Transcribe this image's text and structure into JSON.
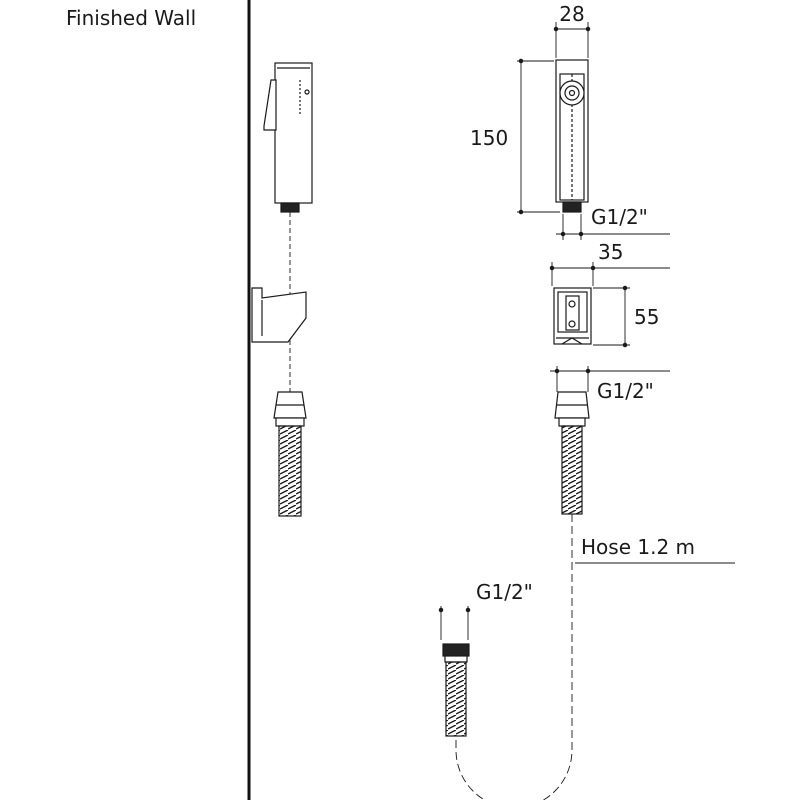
{
  "labels": {
    "finished_wall": "Finished Wall",
    "dim_head_width": "28",
    "dim_head_height": "150",
    "thread_head": "G1/2\"",
    "dim_bracket_width": "35",
    "dim_bracket_height": "55",
    "thread_bracket": "G1/2\"",
    "hose": "Hose 1.2 m",
    "thread_hose_end": "G1/2\""
  },
  "colors": {
    "line": "#1a1a1a",
    "fill": "#ffffff",
    "dark": "#222222"
  }
}
